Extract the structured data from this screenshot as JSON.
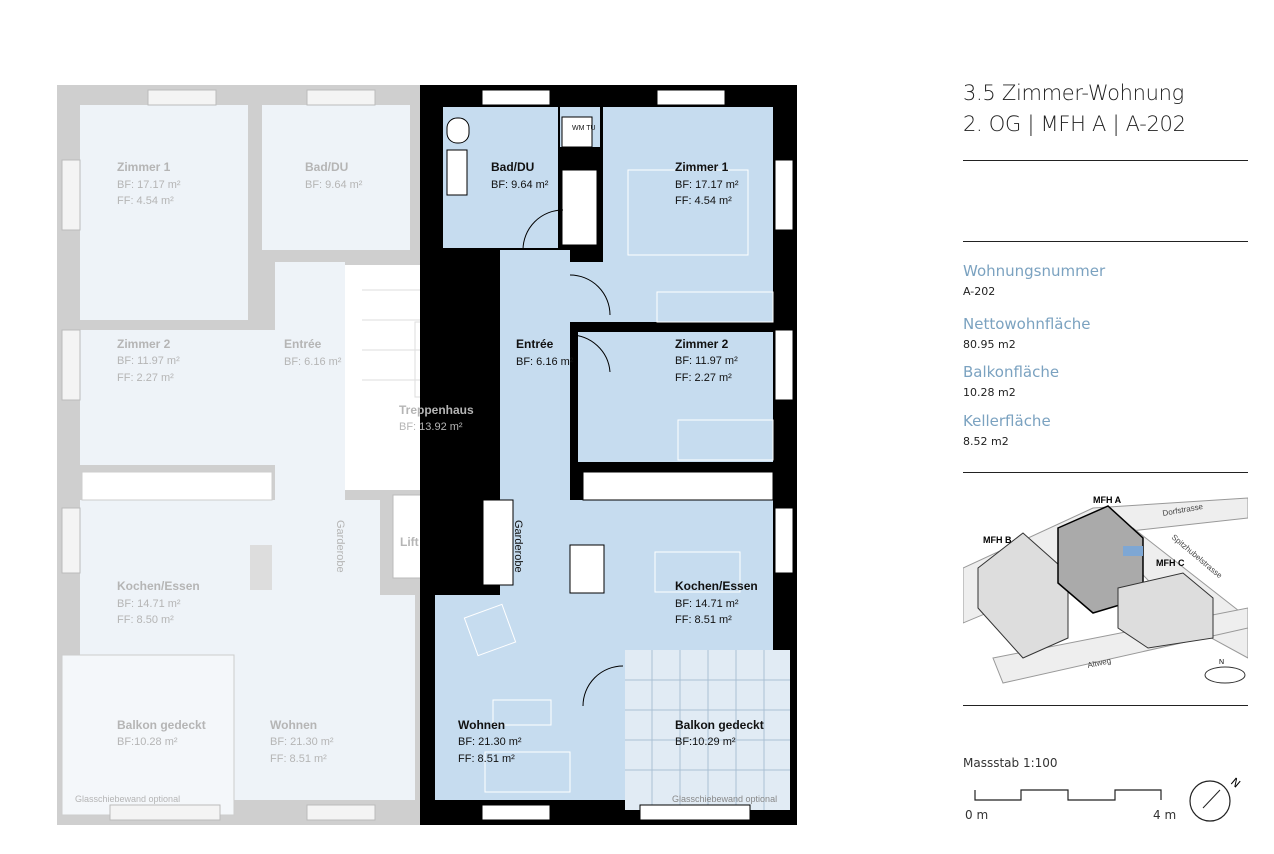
{
  "header": {
    "title_line1": "3.5 Zimmer-Wohnung",
    "title_line2": "2. OG | MFH A | A-202"
  },
  "facts": [
    {
      "label": "Wohnungsnummer",
      "value": "A-202"
    },
    {
      "label": "Nettowohnfläche",
      "value": "80.95 m2"
    },
    {
      "label": "Balkonfläche",
      "value": "10.28 m2"
    },
    {
      "label": "Kellerfläche",
      "value": "8.52 m2"
    }
  ],
  "scale": {
    "label": "Massstab 1:100",
    "start": "0 m",
    "end": "4 m",
    "north": "N"
  },
  "site_plan": {
    "buildings": [
      "MFH A",
      "MFH B",
      "MFH C"
    ],
    "streets": [
      "Dorfstrasse",
      "Spitzhubelstrasse",
      "Altweg"
    ],
    "north": "N"
  },
  "colors": {
    "active_room": "#c6dcef",
    "walls": "#000000",
    "inactive_room": "#eef3f8",
    "inactive_wall": "#c8c8c8",
    "fact_label": "#7ba2c0"
  },
  "plan": {
    "appliance": "WM TU",
    "active_rooms": [
      {
        "name": "Bad/DU",
        "bf": "BF: 9.64 m²"
      },
      {
        "name": "Zimmer 1",
        "bf": "BF: 17.17 m²",
        "ff": "FF:   4.54 m²"
      },
      {
        "name": "Entrée",
        "bf": "BF: 6.16 m²"
      },
      {
        "name": "Zimmer 2",
        "bf": "BF: 11.97 m²",
        "ff": "FF:   2.27 m²"
      },
      {
        "name": "Kochen/Essen",
        "bf": "BF: 14.71 m²",
        "ff": "FF:   8.51 m²"
      },
      {
        "name": "Wohnen",
        "bf": "BF: 21.30 m²",
        "ff": "FF:   8.51 m²"
      },
      {
        "name": "Balkon gedeckt",
        "bf": "BF:10.29 m²"
      }
    ],
    "garderobe": "Garderobe",
    "glass_note": "Glasschiebewand optional",
    "inactive_rooms": [
      {
        "name": "Zimmer 1",
        "bf": "BF: 17.17 m²",
        "ff": "FF:   4.54 m²"
      },
      {
        "name": "Bad/DU",
        "bf": "BF: 9.64 m²"
      },
      {
        "name": "Zimmer 2",
        "bf": "BF: 11.97 m²",
        "ff": "FF:   2.27 m²"
      },
      {
        "name": "Entrée",
        "bf": "BF: 6.16 m²"
      },
      {
        "name": "Treppenhaus",
        "bf": "BF: 13.92 m²"
      },
      {
        "name": "Lift"
      },
      {
        "name": "Kochen/Essen",
        "bf": "BF: 14.71 m²",
        "ff": "FF:   8.50 m²"
      },
      {
        "name": "Balkon gedeckt",
        "bf": "BF:10.28 m²"
      },
      {
        "name": "Wohnen",
        "bf": "BF: 21.30 m²",
        "ff": "FF:   8.51 m²"
      }
    ],
    "inactive_garderobe": "Garderobe",
    "inactive_glass_note": "Glasschiebewand optional"
  }
}
